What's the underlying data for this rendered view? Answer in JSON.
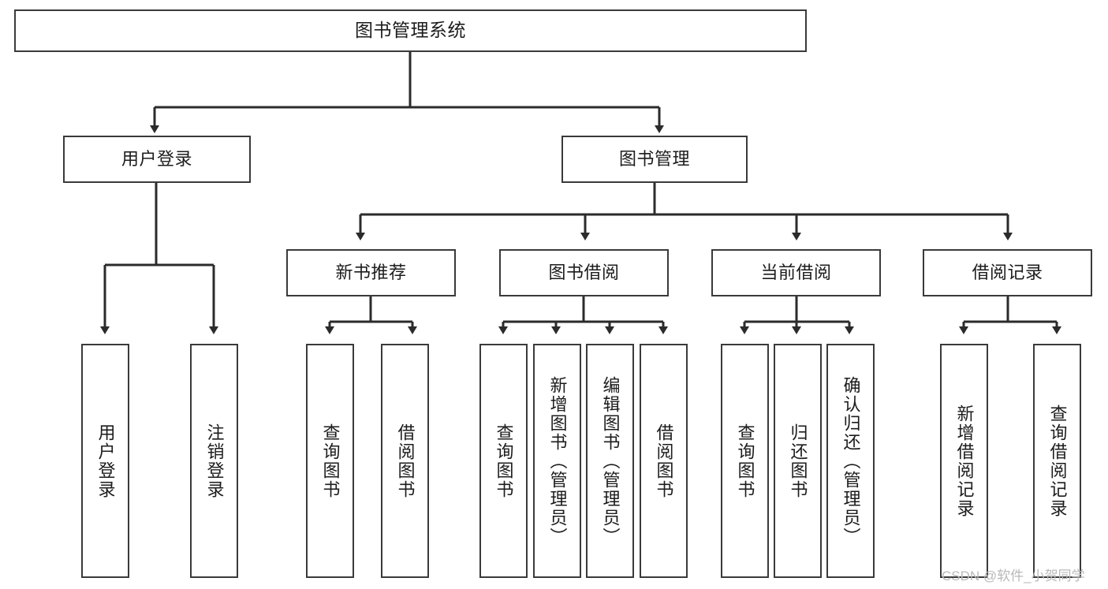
{
  "diagram": {
    "title": "图书管理系统",
    "type": "tree-hierarchy",
    "watermark": "CSDN @软件_小贺同学",
    "colors": {
      "background": "#ffffff",
      "box_border": "#3a3a3a",
      "box_fill": "#ffffff",
      "edge": "#2b2b2b",
      "text": "#1c1c1c",
      "watermark": "#b9b9b9"
    },
    "nodes": {
      "root": {
        "label": "图书管理系统"
      },
      "level1": [
        {
          "label": "用户登录"
        },
        {
          "label": "图书管理"
        }
      ],
      "level2": [
        {
          "label": "新书推荐"
        },
        {
          "label": "图书借阅"
        },
        {
          "label": "当前借阅"
        },
        {
          "label": "借阅记录"
        }
      ],
      "leaves": {
        "user_login": [
          {
            "label": "用户登录"
          },
          {
            "label": "注销登录"
          }
        ],
        "new_book_recommend": [
          {
            "label": "查询图书"
          },
          {
            "label": "借阅图书"
          }
        ],
        "book_borrow": [
          {
            "label": "查询图书"
          },
          {
            "label": "新增图书（管理员）"
          },
          {
            "label": "编辑图书（管理员）"
          },
          {
            "label": "借阅图书"
          }
        ],
        "current_borrow": [
          {
            "label": "查询图书"
          },
          {
            "label": "归还图书"
          },
          {
            "label": "确认归还（管理员）"
          }
        ],
        "borrow_record": [
          {
            "label": "新增借阅记录"
          },
          {
            "label": "查询借阅记录"
          }
        ]
      }
    }
  }
}
